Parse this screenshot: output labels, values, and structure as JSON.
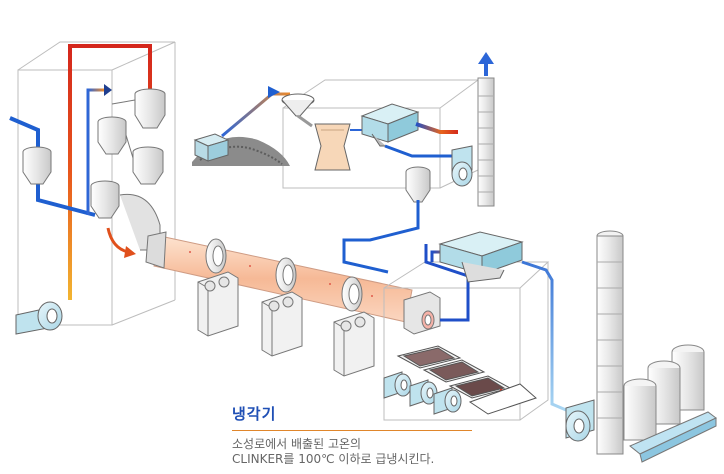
{
  "caption": {
    "title": "냉각기",
    "line1": "소성로에서 배출된 고온의",
    "line2": "CLINKER를 100℃ 이하로 급냉시킨다."
  },
  "colors": {
    "hot": "#e23a1e",
    "warm": "#f0a030",
    "cool": "#1f5fd0",
    "light_blue": "#8fc8ee",
    "kiln": "#f7c8a8",
    "machine": "#cfe6ee",
    "outline": "#777777"
  },
  "icons": [
    "cyclone-tower",
    "rotary-kiln",
    "kiln-support-roller",
    "fan",
    "stack-chimney",
    "raw-material-pile",
    "hopper",
    "crusher",
    "dust-collector",
    "clinker-cooler-grate",
    "clinker-silo",
    "conveyor"
  ]
}
